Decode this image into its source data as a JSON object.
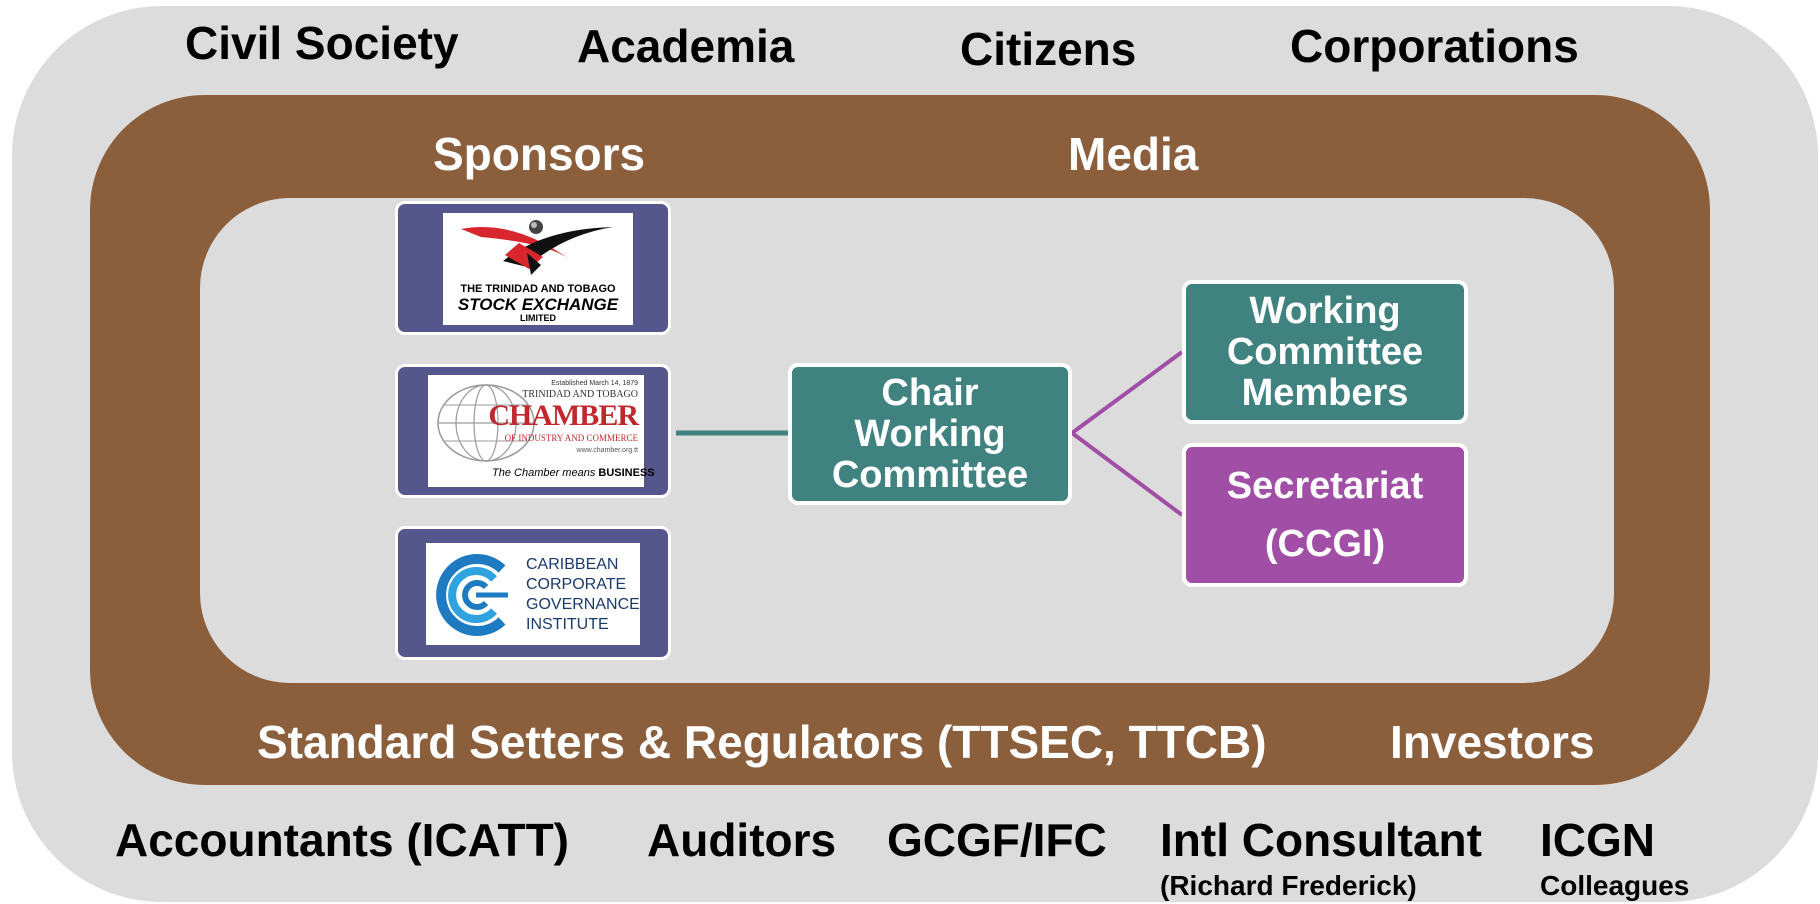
{
  "outer": {
    "labels": [
      "Civil Society",
      "Academia",
      "Citizens",
      "Corporations"
    ],
    "bottom": {
      "accountants": "Accountants (ICATT)",
      "auditors": "Auditors",
      "gcgf": "GCGF/IFC",
      "consultant": "Intl Consultant",
      "consultant_sub": "(Richard Frederick)",
      "icgn": "ICGN",
      "icgn_sub": "Colleagues"
    }
  },
  "middle": {
    "sponsors": "Sponsors",
    "media": "Media",
    "regulators": "Standard Setters & Regulators (TTSEC, TTCB)",
    "investors": "Investors"
  },
  "logos": {
    "stock_exchange": {
      "line1": "THE TRINIDAD AND TOBAGO",
      "line2": "STOCK EXCHANGE",
      "line3": "LIMITED"
    },
    "chamber": {
      "established": "Established March 14, 1879",
      "top": "TRINIDAD AND TOBAGO",
      "name": "CHAMBER",
      "sub": "OF INDUSTRY AND COMMERCE",
      "url": "www.chamber.org.tt",
      "tagline_italic": "The Chamber means",
      "tagline_bold": "BUSINESS"
    },
    "ccgi": {
      "lines": [
        "CARIBBEAN",
        "CORPORATE",
        "GOVERNANCE",
        "INSTITUTE"
      ]
    }
  },
  "nodes": {
    "chair": "Chair\nWorking\nCommittee",
    "members": "Working\nCommittee\nMembers",
    "secretariat": "Secretariat\n(CCGI)"
  },
  "colors": {
    "outer": "#dcdcdc",
    "brown": "#8b5e3c",
    "teal": "#3f8280",
    "purple": "#a04ea6",
    "sponsor_box": "#55568c",
    "ccgi_blue": "#1f7bc1",
    "chamber_red": "#c0282e"
  }
}
